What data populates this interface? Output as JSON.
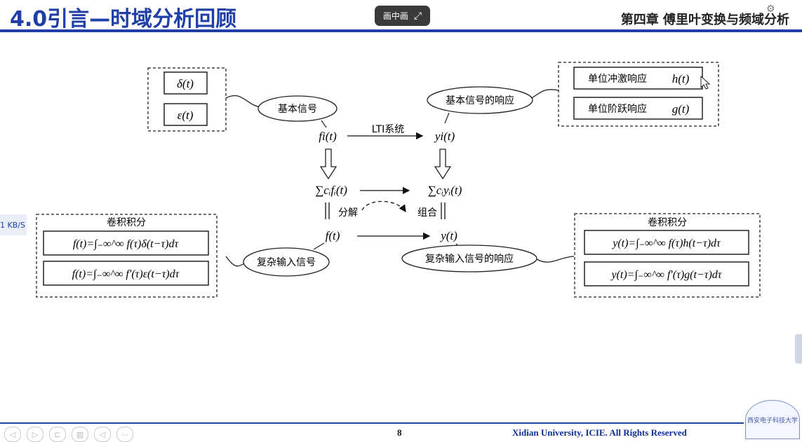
{
  "header": {
    "title": "4.0引言—时域分析回顾",
    "chapter": "第四章 傅里叶变换与频域分析"
  },
  "overlay": {
    "pip_label": "画中画",
    "speed": "1 KB/S"
  },
  "diagram": {
    "basic_signals": [
      "δ(t)",
      "ε(t)"
    ],
    "basic_signal_label": "基本信号",
    "basic_response_label": "基本信号的响应",
    "responses": [
      {
        "label": "单位冲激响应",
        "symbol": "h(t)"
      },
      {
        "label": "单位阶跃响应",
        "symbol": "g(t)"
      }
    ],
    "input_fi": "fi(t)",
    "output_yi": "yi(t)",
    "lti": "LTI系统",
    "sum_input": "∑cᵢfᵢ(t)",
    "sum_output": "∑cᵢyᵢ(t)",
    "decompose": "分解",
    "combine": "组合",
    "input_f": "f(t)",
    "output_y": "y(t)",
    "complex_input_label": "复杂输入信号",
    "complex_response_label": "复杂输入信号的响应",
    "conv_left_title": "卷积积分",
    "conv_right_title": "卷积积分",
    "conv_left": [
      "f(t)=∫₋∞^∞ f(τ)δ(t−τ)dτ",
      "f(t)=∫₋∞^∞ f′(τ)ε(t−τ)dτ"
    ],
    "conv_right": [
      "y(t)=∫₋∞^∞ f(τ)h(t−τ)dτ",
      "y(t)=∫₋∞^∞ f′(τ)g(t−τ)dτ"
    ]
  },
  "footer": {
    "page": "8",
    "rights": "Xidian University, ICIE. All Rights Reserved",
    "nav": [
      "◁",
      "▷",
      "⊏",
      "▥",
      "◁",
      "⋯"
    ],
    "seal": "西安电子科技大学"
  }
}
